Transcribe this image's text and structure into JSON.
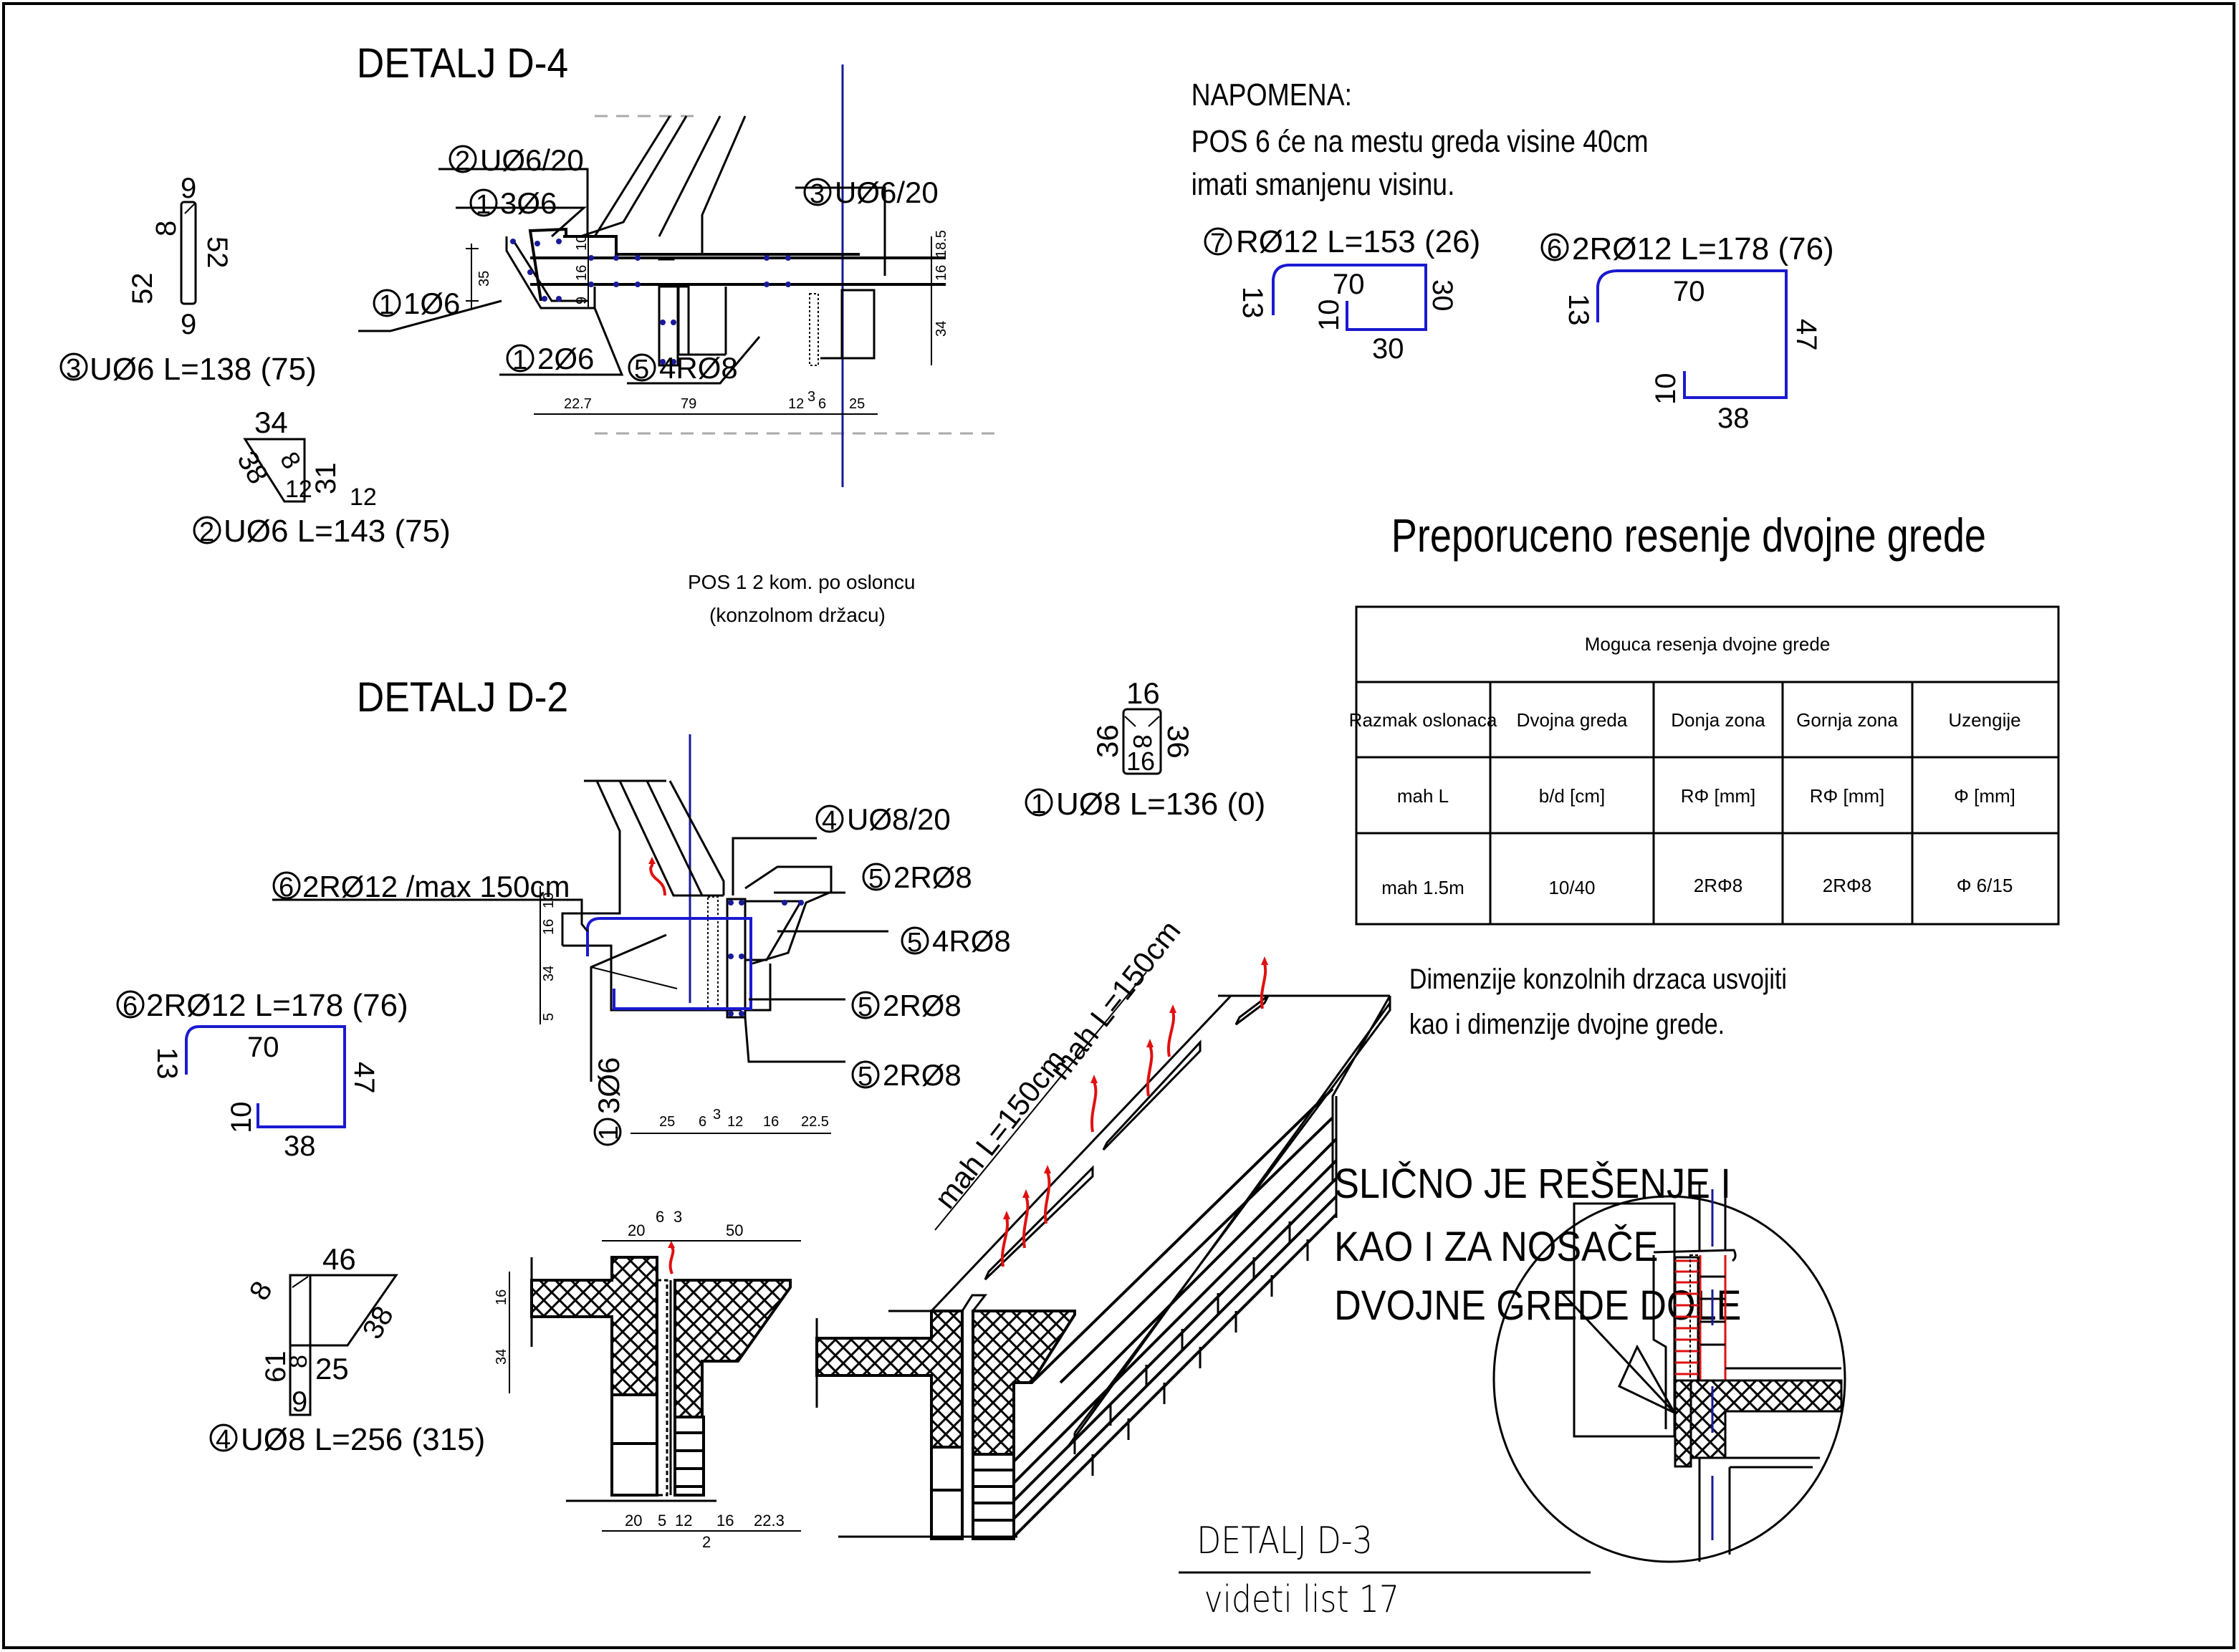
{
  "colors": {
    "ink": "#000000",
    "rebar": "#1a1ad0",
    "axis": "#1a1a99",
    "arrow": "#e01010",
    "hidden": "#aaaaaa"
  },
  "detail_d4": {
    "title": "DETALJ D-4",
    "labels": [
      {
        "num": "2",
        "text": "UØ6/20"
      },
      {
        "num": "1",
        "text": "3Ø6"
      },
      {
        "num": "1",
        "text": "1Ø6"
      },
      {
        "num": "1",
        "text": "2Ø6"
      },
      {
        "num": "5",
        "text": "4RØ8"
      },
      {
        "num": "3",
        "text": "UØ6/20"
      }
    ],
    "dims_left": [
      "35"
    ],
    "dims_mid": [
      "10",
      "16",
      "9"
    ],
    "dims_right": [
      "18.5",
      "16",
      "34"
    ],
    "dims_bottom": [
      "22.7",
      "79",
      "12",
      "3",
      "6",
      "25"
    ],
    "note": [
      "POS 1  2 kom. po osloncu",
      "(konzolnom držacu)"
    ]
  },
  "bar_shapes": {
    "pos3": {
      "num": "3",
      "text": "UØ6 L=138 (75)",
      "dims": [
        "9",
        "52",
        "8",
        "52",
        "9"
      ]
    },
    "pos2": {
      "num": "2",
      "text": "UØ6 L=143 (75)",
      "dims": [
        "34",
        "38",
        "8",
        "12",
        "31",
        "12"
      ]
    },
    "pos1": {
      "num": "1",
      "text": "UØ8 L=136 (0)",
      "dims": [
        "16",
        "36",
        "8",
        "36",
        "16"
      ]
    },
    "pos6_left": {
      "num": "6",
      "text": "2RØ12 L=178 (76)",
      "dims": [
        "70",
        "13",
        "47",
        "10",
        "38"
      ]
    },
    "pos4": {
      "num": "4",
      "text": "UØ8 L=256 (315)",
      "dims": [
        "46",
        "8",
        "38",
        "61",
        "8",
        "25",
        "9"
      ]
    },
    "pos7": {
      "num": "7",
      "text": "RØ12 L=153 (26)",
      "dims": [
        "70",
        "13",
        "10",
        "30",
        "30"
      ]
    },
    "pos6_right": {
      "num": "6",
      "text": "2RØ12 L=178 (76)",
      "dims": [
        "70",
        "13",
        "47",
        "10",
        "38"
      ]
    }
  },
  "napomena": {
    "heading": "NAPOMENA:",
    "lines": [
      "POS 6 će na mestu greda visine 40cm",
      "imati smanjenu visinu."
    ]
  },
  "recommended": {
    "title": "Preporuceno resenje dvojne grede",
    "table": {
      "caption": "Moguca resenja dvojne grede",
      "headers": [
        "Razmak oslonaca",
        "Dvojna greda",
        "Donja zona",
        "Gornja zona",
        "Uzengije"
      ],
      "units": [
        "mah L",
        "b/d [cm]",
        "RΦ [mm]",
        "RΦ [mm]",
        "Φ [mm]"
      ],
      "rows": [
        [
          "mah 1.5m",
          "10/40",
          "2RΦ8",
          "2RΦ8",
          "Φ 6/15"
        ]
      ]
    },
    "note": [
      "Dimenzije konzolnih drzaca usvojiti",
      "kao i dimenzije dvojne grede."
    ]
  },
  "detail_d2": {
    "title": "DETALJ D-2",
    "labels": [
      {
        "num": "6",
        "text": "2RØ12   /max 150cm"
      },
      {
        "num": "4",
        "text": "UØ8/20"
      },
      {
        "num": "5",
        "text": "2RØ8"
      },
      {
        "num": "5",
        "text": "4RØ8"
      },
      {
        "num": "5",
        "text": "2RØ8"
      },
      {
        "num": "5",
        "text": "2RØ8"
      },
      {
        "num": "1",
        "text": "3Ø6"
      }
    ],
    "dims_left": [
      "10",
      "16",
      "34",
      "5"
    ],
    "dims_bottom": [
      "25",
      "6",
      "3",
      "12",
      "16",
      "22.5"
    ]
  },
  "section_lower": {
    "dims_top": [
      "20",
      "6",
      "3",
      "50"
    ],
    "dims_left": [
      "16",
      "34"
    ],
    "dims_bottom": [
      "20",
      "5",
      "12",
      "2",
      "16",
      "22.3"
    ]
  },
  "isometric": {
    "spacing_labels": [
      "mah L=150cm",
      "mah L=150cm"
    ]
  },
  "detail_d3": {
    "callout": [
      "SLIČNO JE REŠENJE I",
      "KAO I ZA NOSAČE",
      "DVOJNE GREDE DOLE"
    ],
    "title": "DETALJ  D-3",
    "subtitle": "videti list 17"
  }
}
